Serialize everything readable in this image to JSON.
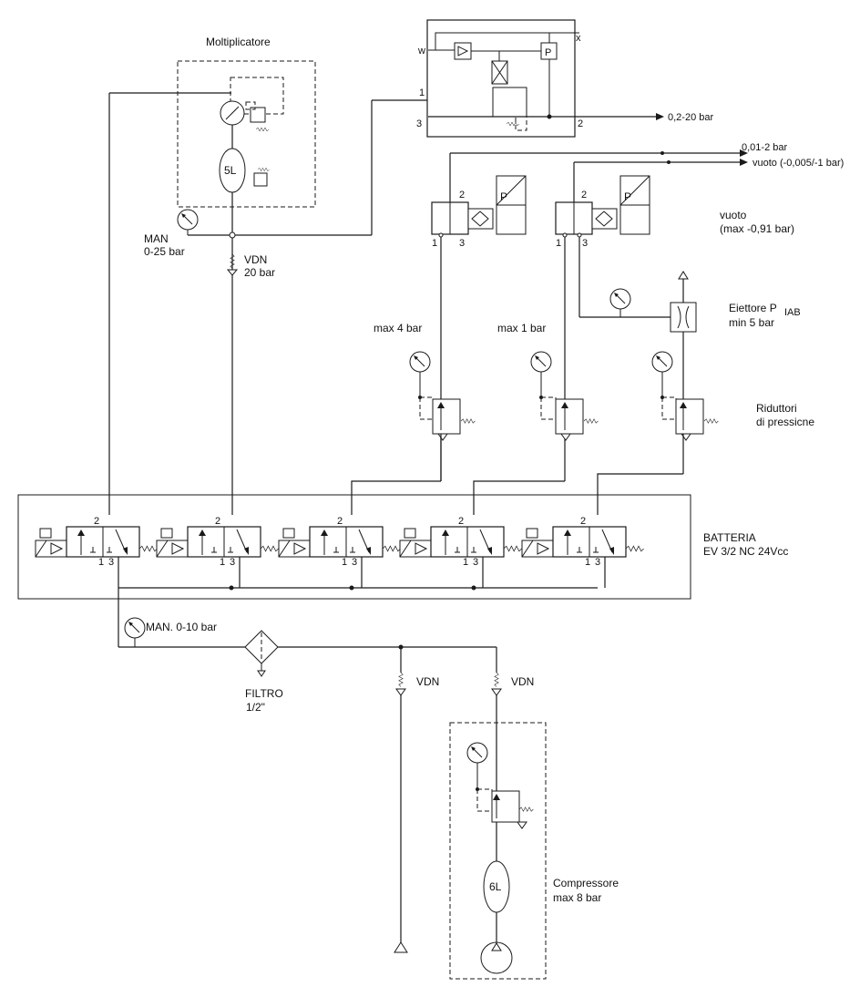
{
  "labels": {
    "moltiplicatore": "Moltiplicatore",
    "man_a": "MAN",
    "man_b": "0-25 bar",
    "vdn20_a": "VDN",
    "vdn20_b": "20 bar",
    "tank5": "5L",
    "tank6": "6L",
    "reg_w": "w",
    "reg_x": "x",
    "reg_1": "1",
    "reg_2": "2",
    "reg_3": "3",
    "reg_p": "P",
    "out_02_20": "0,2-20 bar",
    "out_001_2": "0,01-2 bar",
    "out_vuoto": "vuoto (-0,005/-1 bar)",
    "vuoto_a": "vuoto",
    "vuoto_b": "(max -0,91 bar)",
    "pv_p": "P",
    "ejector_a": "Eiettore P",
    "ejector_sub": "IAB",
    "ejector_b": "min 5 bar",
    "max4": "max 4 bar",
    "max1": "max 1 bar",
    "riduttori_a": "Riduttori",
    "riduttori_b": "di pressicne",
    "batteria_a": "BATTERIA",
    "batteria_b": "EV 3/2 NC 24Vcc",
    "port_1": "1",
    "port_2": "2",
    "port_3": "3",
    "man010": "MAN. 0-10 bar",
    "filtro_a": "FILTRO",
    "filtro_b": "1/2\"",
    "vdn": "VDN",
    "compressore_a": "Compressore",
    "compressore_b": "max 8 bar"
  }
}
